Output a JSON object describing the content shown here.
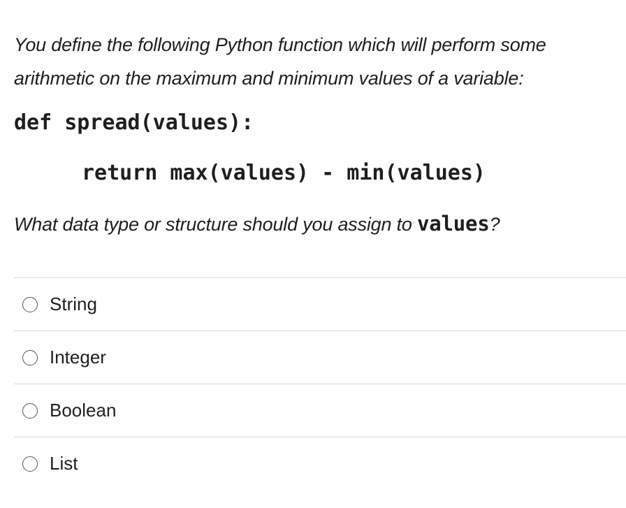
{
  "question": {
    "prompt": "You define the following Python function which will perform some arithmetic on the maximum and minimum values of a variable:",
    "code_def": "def spread(values):",
    "code_return": "return max(values) - min(values)",
    "followup_before": "What data type or structure should you assign to ",
    "followup_code": "values",
    "followup_after": "?"
  },
  "answers": [
    {
      "label": "String",
      "selected": false
    },
    {
      "label": "Integer",
      "selected": false
    },
    {
      "label": "Boolean",
      "selected": false
    },
    {
      "label": "List",
      "selected": false
    }
  ]
}
